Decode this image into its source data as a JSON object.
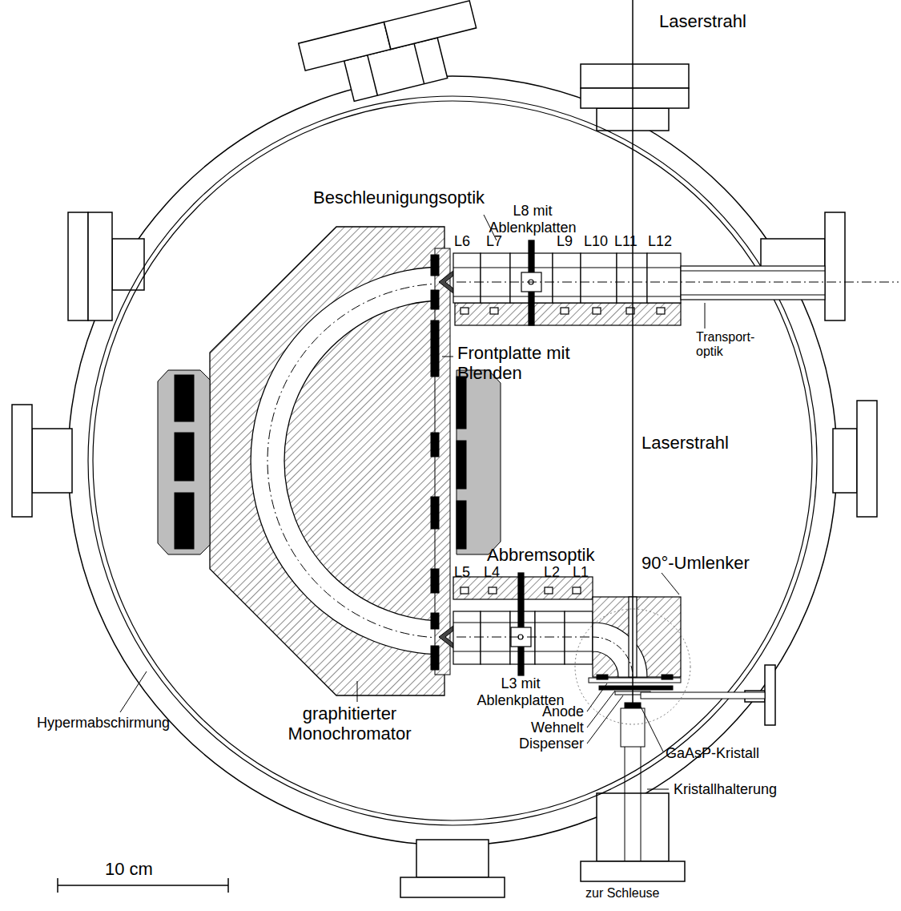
{
  "diagram": {
    "labels": [
      "Laserstrahl",
      "Beschleunigungsoptik",
      "L8 mit Ablenkplatten",
      "L6",
      "L7",
      "L9",
      "L10",
      "L11",
      "L12",
      "Transport- optik",
      "Frontplatte mit Blenden",
      "Laserstrahl",
      "Abbremsoptik",
      "90°-Umlenker",
      "L5",
      "L4",
      "L2",
      "L1",
      "L3 mit Ablenkplatten",
      "Anode",
      "Wehnelt",
      "Dispenser",
      "GaAsP-Kristall",
      "Kristallhalterung",
      "Hypermabschirmung",
      "graphitierter Monochromator",
      "10 cm",
      "zur Schleuse"
    ]
  }
}
